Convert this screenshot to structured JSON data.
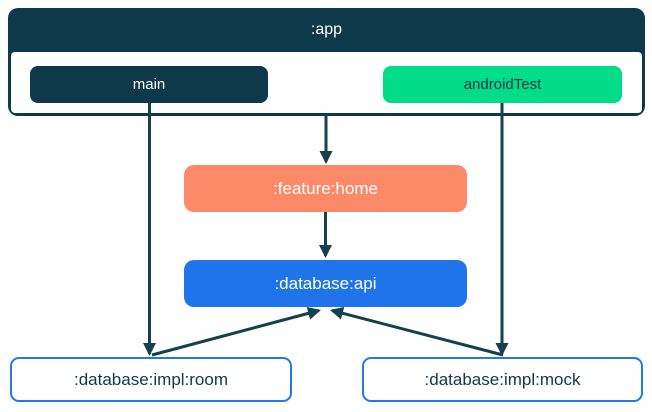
{
  "diagram": {
    "kind": "module-dependency-graph",
    "nodes": {
      "app": {
        "label": ":app",
        "bg": "#0d394b",
        "text_color": "#ffffff"
      },
      "main": {
        "label": "main",
        "bg": "#0d394b",
        "text_color": "#ffffff"
      },
      "android_test": {
        "label": "androidTest",
        "bg": "#00dc87",
        "text_color": "#0d394b"
      },
      "feature_home": {
        "label": ":feature:home",
        "bg": "#fc8a68",
        "text_color": "#ffffff"
      },
      "database_api": {
        "label": ":database:api",
        "bg": "#1f74ea",
        "text_color": "#ffffff"
      },
      "database_impl_room": {
        "label": ":database:impl:room",
        "bg": "#ffffff",
        "border_color": "#2477ec",
        "text_color": "#0d394b"
      },
      "database_impl_mock": {
        "label": ":database:impl:mock",
        "bg": "#ffffff",
        "border_color": "#2477ec",
        "text_color": "#0d394b"
      }
    },
    "edges": [
      {
        "from": "main",
        "to": "database_impl_room"
      },
      {
        "from": "app",
        "to": "feature_home"
      },
      {
        "from": "android_test",
        "to": "database_impl_mock"
      },
      {
        "from": "feature_home",
        "to": "database_api"
      },
      {
        "from": "database_impl_room",
        "to": "database_api"
      },
      {
        "from": "database_impl_mock",
        "to": "database_api"
      }
    ],
    "colors": {
      "arrow": "#15404f",
      "navy": "#0d394b",
      "green": "#00dc87",
      "orange": "#fc8a68",
      "blue": "#1f74ea",
      "border_blue": "#2477ec",
      "background": "#ffffff"
    }
  }
}
